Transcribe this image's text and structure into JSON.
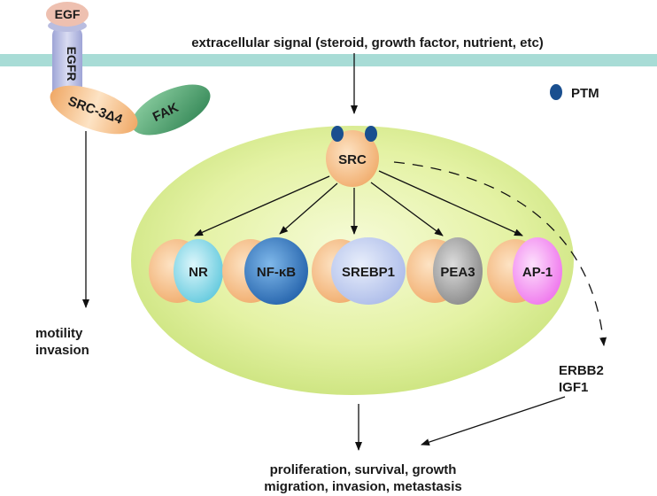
{
  "signal": {
    "label": "extracellular signal (steroid, growth factor, nutrient, etc)"
  },
  "legend": {
    "label": "PTM"
  },
  "receptor": {
    "ligand": "EGF",
    "receptor": "EGFR"
  },
  "cytoplasm": {
    "coactivator": "SRC-3Δ4",
    "partner": "FAK",
    "outcome_line1": "motility",
    "outcome_line2": "invasion"
  },
  "nucleus": {
    "src": "SRC",
    "factors": [
      {
        "label": "NR",
        "color": "#6fd0e0"
      },
      {
        "label": "NF-κB",
        "color": "#2b72b8"
      },
      {
        "label": "SREBP1",
        "color": "#b8c8ee"
      },
      {
        "label": "PEA3",
        "color": "#9a9a9a"
      },
      {
        "label": "AP-1",
        "color": "#f27ff0"
      }
    ]
  },
  "targets": {
    "line1": "ERBB2",
    "line2": "IGF1"
  },
  "outcome": {
    "line1": "proliferation, survival, growth",
    "line2": "migration, invasion, metastasis"
  },
  "colors": {
    "membrane": "#a8dcd6",
    "nucleus": "#e6f3a6",
    "src_protein": "#f7c58e",
    "ptm": "#1a4f8f",
    "fak": "#3f9a62",
    "egf": "#eec0b0",
    "egfr": "#b9bde0"
  }
}
